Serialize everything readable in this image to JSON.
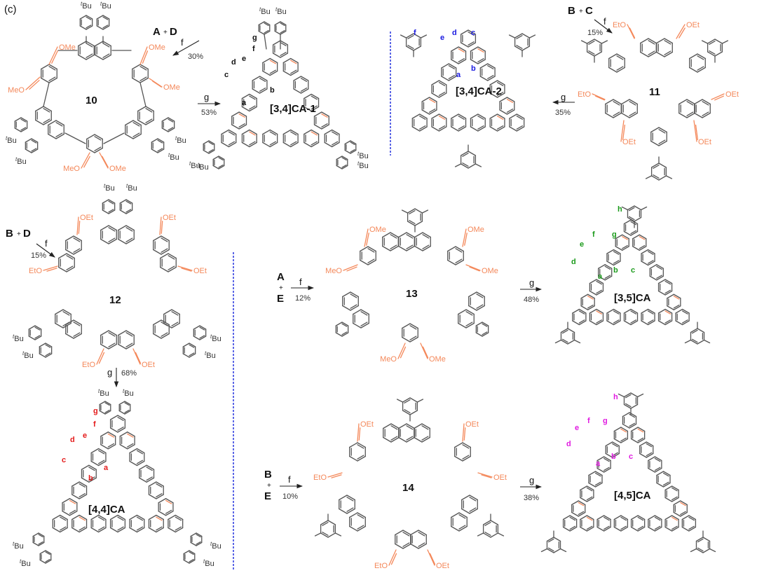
{
  "panel_label": "(c)",
  "colors": {
    "bond": "#555555",
    "vinyl_ether": "#f4885a",
    "label_CA1": "#111111",
    "label_CA2": "#1a1ae0",
    "label_44": "#e41a1a",
    "label_35": "#1a9a1a",
    "label_45": "#e01ae0",
    "separator": "#3340e0"
  },
  "compounds": [
    {
      "id": "10",
      "name": "10",
      "type": "precursor",
      "substituents": {
        "aryl": "tBu",
        "vinyl": [
          "OMe",
          "OMe",
          "MeO",
          "OMe",
          "MeO",
          "OMe"
        ]
      }
    },
    {
      "id": "CA1",
      "name": "[3,4]CA-1",
      "type": "product",
      "proton_labels": [
        "a",
        "b",
        "c",
        "d",
        "e",
        "f",
        "g"
      ]
    },
    {
      "id": "CA2",
      "name": "[3,4]CA-2",
      "type": "product",
      "proton_labels": [
        "a",
        "b",
        "c",
        "d",
        "e",
        "f"
      ]
    },
    {
      "id": "11",
      "name": "11",
      "type": "precursor",
      "substituents": {
        "vinyl": [
          "EtO",
          "OEt",
          "EtO",
          "OEt",
          "OEt",
          "OEt"
        ]
      }
    },
    {
      "id": "12",
      "name": "12",
      "type": "precursor",
      "substituents": {
        "aryl": "tBu",
        "vinyl": [
          "OEt",
          "OEt",
          "EtO",
          "OEt",
          "EtO",
          "OEt"
        ]
      }
    },
    {
      "id": "44CA",
      "name": "[4,4]CA",
      "type": "product",
      "proton_labels": [
        "a",
        "b",
        "c",
        "d",
        "e",
        "f",
        "g"
      ]
    },
    {
      "id": "13",
      "name": "13",
      "type": "precursor",
      "substituents": {
        "vinyl": [
          "OMe",
          "OMe",
          "MeO",
          "OMe",
          "MeO",
          "OMe"
        ]
      }
    },
    {
      "id": "35CA",
      "name": "[3,5]CA",
      "type": "product",
      "proton_labels": [
        "a",
        "b",
        "c",
        "d",
        "e",
        "f",
        "g",
        "h"
      ]
    },
    {
      "id": "14",
      "name": "14",
      "type": "precursor",
      "substituents": {
        "vinyl": [
          "OEt",
          "OEt",
          "EtO",
          "OEt",
          "EtO",
          "OEt"
        ]
      }
    },
    {
      "id": "45CA",
      "name": "[4,5]CA",
      "type": "product",
      "proton_labels": [
        "a",
        "b",
        "c",
        "d",
        "e",
        "f",
        "g",
        "h"
      ]
    }
  ],
  "text": {
    "tBu": "Bu",
    "t": "t",
    "OMe": "OMe",
    "MeO": "MeO",
    "OEt": "OEt",
    "EtO": "EtO",
    "plus": "+"
  },
  "reactions": [
    {
      "id": "r1",
      "reactants": [
        "A",
        "D"
      ],
      "condition": "f",
      "yield": "30%",
      "product": "10"
    },
    {
      "id": "r2",
      "reactants": [
        "10"
      ],
      "condition": "g",
      "yield": "53%",
      "product": "[3,4]CA-1"
    },
    {
      "id": "r3",
      "reactants": [
        "B",
        "C"
      ],
      "condition": "f",
      "yield": "15%",
      "product": "11"
    },
    {
      "id": "r4",
      "reactants": [
        "11"
      ],
      "condition": "g",
      "yield": "35%",
      "product": "[3,4]CA-2"
    },
    {
      "id": "r5",
      "reactants": [
        "B",
        "D"
      ],
      "condition": "f",
      "yield": "15%",
      "product": "12"
    },
    {
      "id": "r6",
      "reactants": [
        "12"
      ],
      "condition": "g",
      "yield": "68%",
      "product": "[4,4]CA"
    },
    {
      "id": "r7",
      "reactants": [
        "A",
        "E"
      ],
      "condition": "f",
      "yield": "12%",
      "product": "13"
    },
    {
      "id": "r8",
      "reactants": [
        "13"
      ],
      "condition": "g",
      "yield": "48%",
      "product": "[3,5]CA"
    },
    {
      "id": "r9",
      "reactants": [
        "B",
        "E"
      ],
      "condition": "f",
      "yield": "10%",
      "product": "14"
    },
    {
      "id": "r10",
      "reactants": [
        "14"
      ],
      "condition": "g",
      "yield": "38%",
      "product": "[4,5]CA"
    }
  ]
}
